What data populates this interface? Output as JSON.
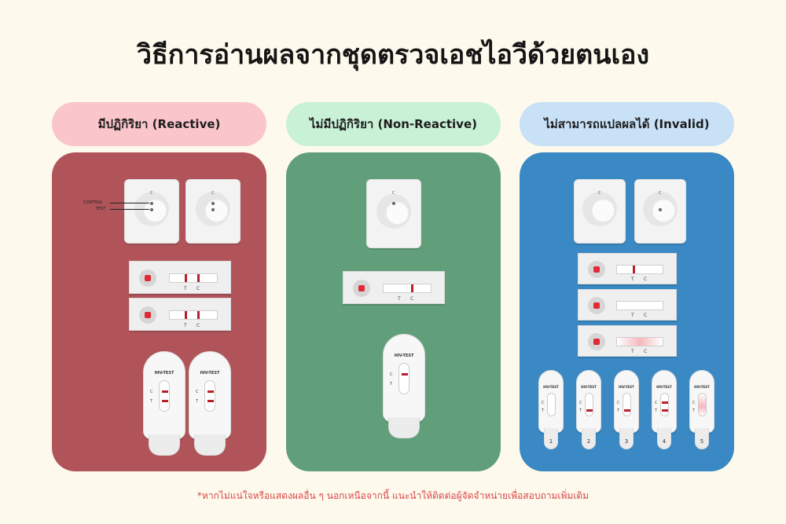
{
  "title": "วิธีการอ่านผลจากชุดตรวจเอชไอวีด้วยตนเอง",
  "columns": [
    {
      "label": "มีปฏิกิริยา (Reactive)",
      "color": "#fbc6cb",
      "panel_color": "#b0545a"
    },
    {
      "label": "ไม่มีปฏิกิริยา (Non-Reactive)",
      "color": "#c8f1d6",
      "panel_color": "#619e7a"
    },
    {
      "label": "ไม่สามารถแปลผลได้ (Invalid)",
      "color": "#c8e1f7",
      "panel_color": "#3a89c4"
    }
  ],
  "callouts": {
    "control": "CONTROL",
    "test": "TEST"
  },
  "marks": {
    "c": "C",
    "t": "T"
  },
  "device_brand": "HIV-TEST",
  "invalid_numbers": [
    "1",
    "2",
    "3",
    "4",
    "5"
  ],
  "footnote": "*หากไม่แน่ใจหรือแสดงผลอื่น ๆ นอกเหนือจากนี้ แนะนำให้ติดต่อผู้จัดจำหน่ายเพื่อสอบถามเพิ่มเติม",
  "colors": {
    "background": "#fdf9ec",
    "result_line": "#b8212b",
    "footnote": "#d94848"
  }
}
